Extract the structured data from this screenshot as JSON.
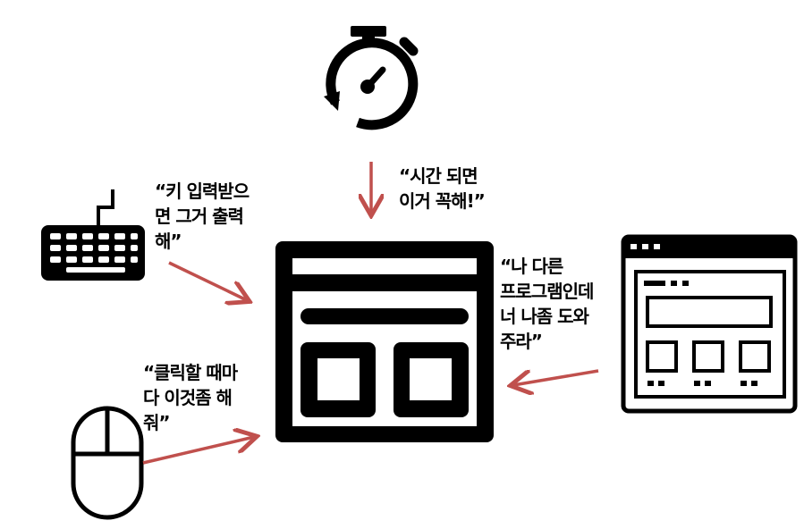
{
  "colors": {
    "arrow": "#c0504d",
    "icon": "#000000",
    "background": "#ffffff"
  },
  "icons": [
    "stopwatch-icon",
    "keyboard-icon",
    "mouse-icon",
    "program-window-icon",
    "central-window-icon"
  ],
  "quotes": {
    "keyboard": [
      "“키 입력받으",
      "면 그거 출력",
      "해”"
    ],
    "timer": [
      "“시간 되면",
      "이거 꼭해!”"
    ],
    "program": [
      "“나 다른",
      "프로그램인데",
      "너 나좀 도와",
      "주라”"
    ],
    "mouse": [
      "“클릭할 때마",
      "다 이것좀 해",
      "줘”"
    ]
  }
}
